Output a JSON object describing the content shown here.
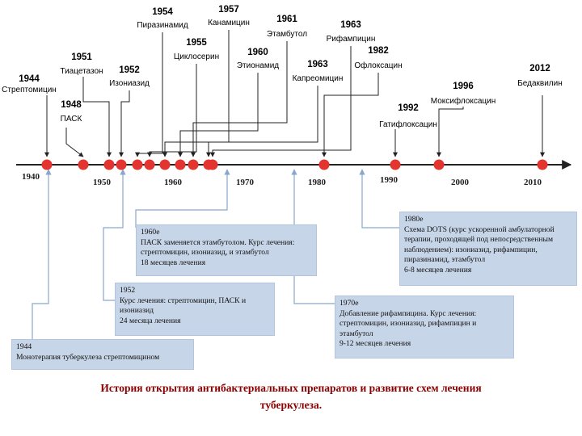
{
  "events": [
    {
      "year": "1944",
      "drug": "Стрептомицин"
    },
    {
      "year": "1948",
      "drug": "ПАСК"
    },
    {
      "year": "1951",
      "drug": "Тиацетазон"
    },
    {
      "year": "1952",
      "drug": "Изониазид"
    },
    {
      "year": "1954",
      "drug": "Пиразинамид"
    },
    {
      "year": "1955",
      "drug": "Циклосерин"
    },
    {
      "year": "1957",
      "drug": "Канамицин"
    },
    {
      "year": "1960",
      "drug": "Этионамид"
    },
    {
      "year": "1961",
      "drug": "Этамбутол"
    },
    {
      "year": "1963",
      "drug": "Капреомицин"
    },
    {
      "year": "1963",
      "drug": "Рифампицин"
    },
    {
      "year": "1982",
      "drug": "Офлоксацин"
    },
    {
      "year": "1992",
      "drug": "Гатифлоксацин"
    },
    {
      "year": "1996",
      "drug": "Моксифлоксацин"
    },
    {
      "year": "2012",
      "drug": "Бедаквилин"
    }
  ],
  "axis": {
    "ticks": [
      "1940",
      "1950",
      "1960",
      "1970",
      "1980",
      "1990",
      "2000",
      "2010"
    ],
    "dot_color": "#e3342f",
    "line_color": "#222222"
  },
  "regimens": [
    {
      "lines": [
        "1960е",
        "ПАСК заменяется этамбутолом. Курс лечения:",
        "стрептомицин, изониазид, и этамбутол",
        "18 месяцев лечения"
      ]
    },
    {
      "lines": [
        "1952",
        "Курс лечения: стрептомицин, ПАСК и",
        "изониазид",
        "24 месяца лечения"
      ]
    },
    {
      "lines": [
        "1944",
        "Монотерапия туберкулеза стрептомицином"
      ]
    },
    {
      "lines": [
        "1980е",
        "Схема DOTS (курс ускоренной амбулаторной",
        "терапии, проходящей под непосредственным",
        "наблюдением): изониазид, рифампицин,",
        "пиразинамид, этамбутол",
        "6-8 месяцев лечения"
      ]
    },
    {
      "lines": [
        "1970е",
        "Добавление рифампицина. Курс лечения:",
        "стрептомицин, изониазид, рифампицин и",
        "этамбутол",
        "9-12 месяцев лечения"
      ]
    }
  ],
  "caption": {
    "line1": "История открытия антибактериальных препаратов и развитие схем лечения",
    "line2": "туберкулеза."
  },
  "colors": {
    "box_fill": "#c7d5e8",
    "connector_blue": "#8aa6cc",
    "caption": "#8b0000"
  }
}
